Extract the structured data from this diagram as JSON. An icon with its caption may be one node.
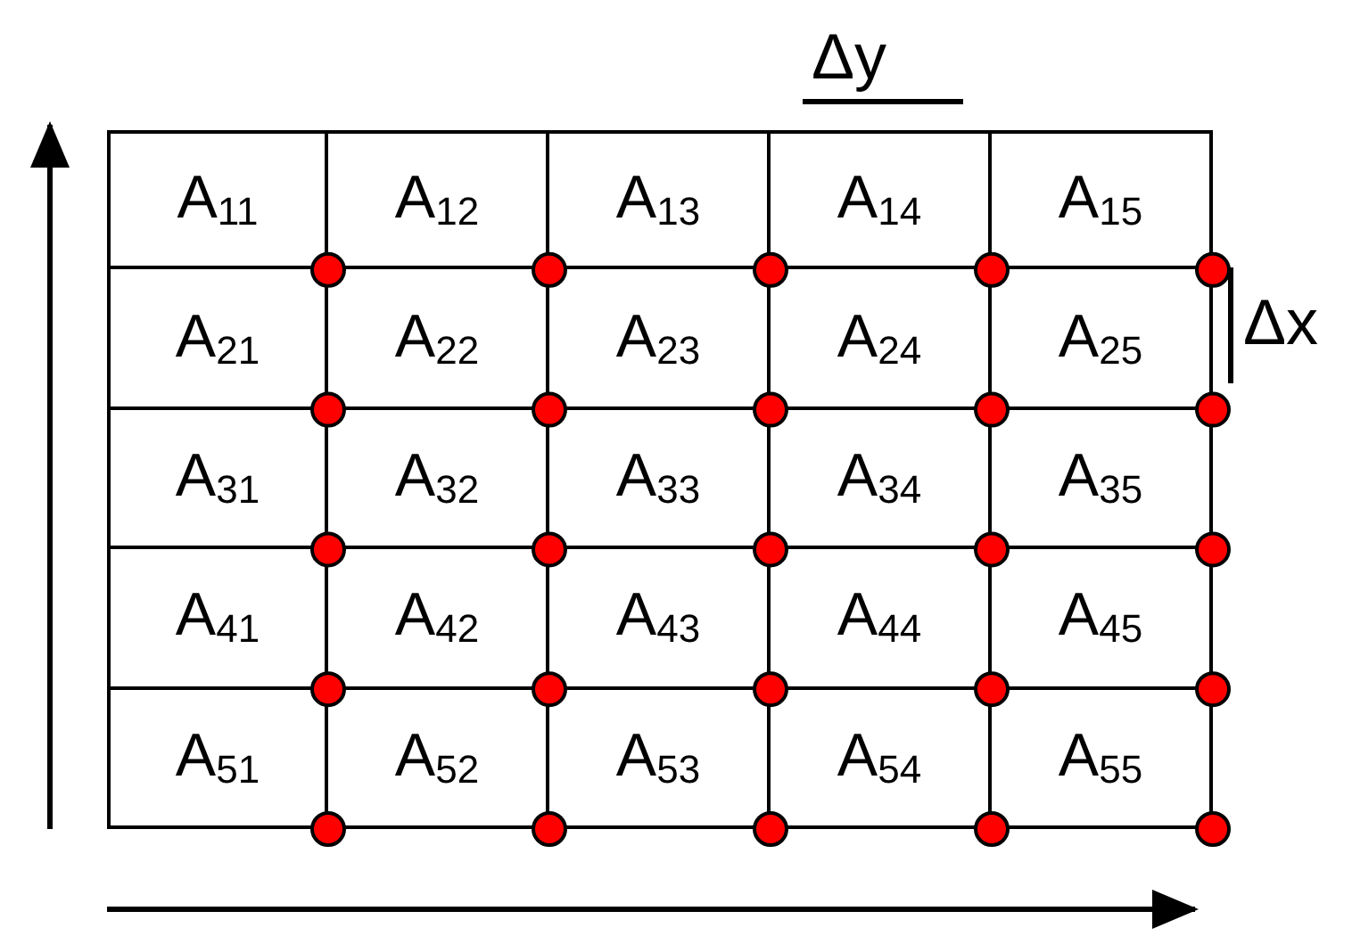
{
  "diagram": {
    "labels": [
      "Δy",
      "A$_{11}$",
      "A$_{12}$",
      "A$_{13}$",
      "A$_{14}$",
      "A$_{15}$",
      "A$_{21}$",
      "A$_{22}$",
      "A$_{23}$",
      "A$_{24}$",
      "A$_{25}$",
      "A$_{31}$",
      "A$_{32}$",
      "A$_{33}$",
      "A$_{34}$",
      "A$_{35}$",
      "A$_{41}$",
      "A$_{42}$",
      "A$_{43}$",
      "A$_{44}$",
      "A$_{45}$",
      "A$_{51}$",
      "A$_{52}$",
      "A$_{53}$",
      "A$_{54}$",
      "A$_{55}$",
      "Δx"
    ]
  }
}
